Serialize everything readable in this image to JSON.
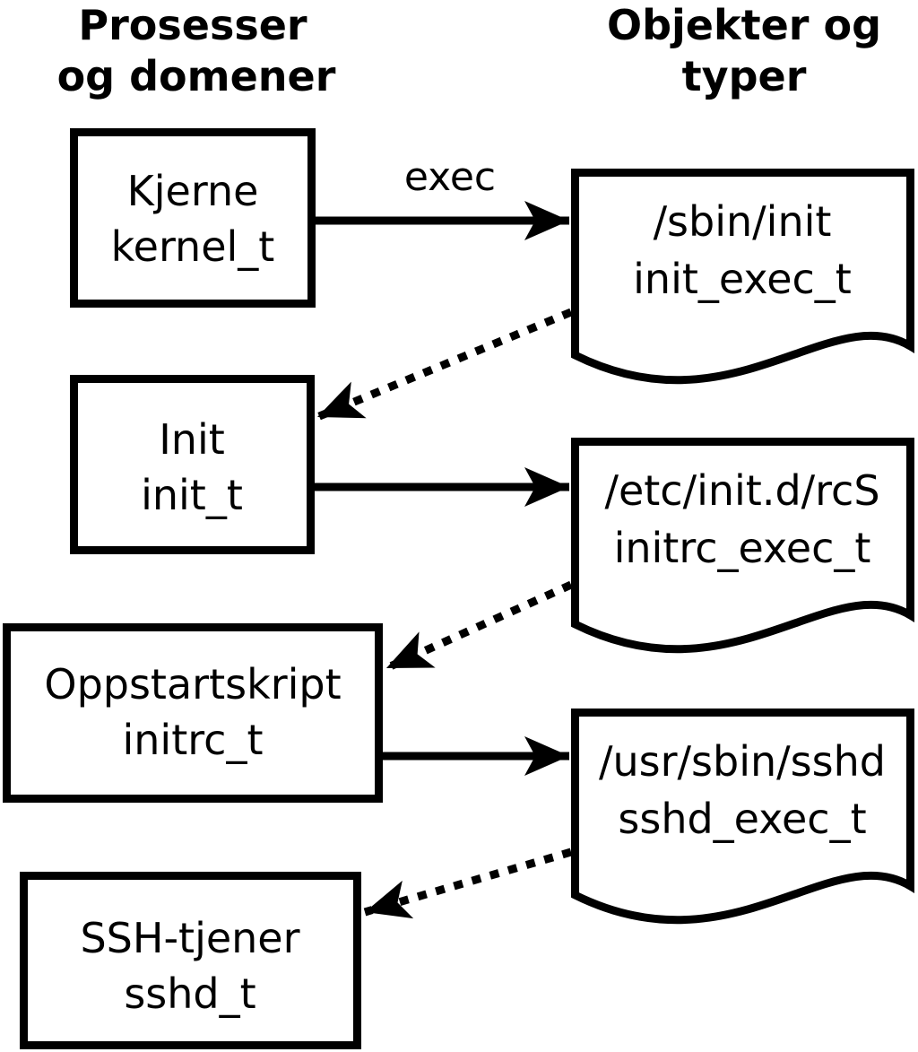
{
  "headers": {
    "left": {
      "line1": "Prosesser",
      "line2": "og domener"
    },
    "right": {
      "line1": "Objekter og",
      "line2": "typer"
    }
  },
  "processes": [
    {
      "label": "Kjerne",
      "domain": "kernel_t"
    },
    {
      "label": "Init",
      "domain": "init_t"
    },
    {
      "label": "Oppstartskript",
      "domain": "initrc_t"
    },
    {
      "label": "SSH-tjener",
      "domain": "sshd_t"
    }
  ],
  "objects": [
    {
      "path": "/sbin/init",
      "type": "init_exec_t"
    },
    {
      "path": "/etc/init.d/rcS",
      "type": "initrc_exec_t"
    },
    {
      "path": "/usr/sbin/sshd",
      "type": "sshd_exec_t"
    }
  ],
  "edges": [
    {
      "from": "kernel_t",
      "to": "init_exec_t",
      "style": "solid",
      "label": "exec"
    },
    {
      "from": "init_exec_t",
      "to": "init_t",
      "style": "dotted",
      "label": ""
    },
    {
      "from": "init_t",
      "to": "initrc_exec_t",
      "style": "solid",
      "label": ""
    },
    {
      "from": "initrc_exec_t",
      "to": "initrc_t",
      "style": "dotted",
      "label": ""
    },
    {
      "from": "initrc_t",
      "to": "sshd_exec_t",
      "style": "solid",
      "label": ""
    },
    {
      "from": "sshd_exec_t",
      "to": "sshd_t",
      "style": "dotted",
      "label": ""
    }
  ],
  "colors": {
    "ink": "#000000",
    "background": "#ffffff"
  }
}
